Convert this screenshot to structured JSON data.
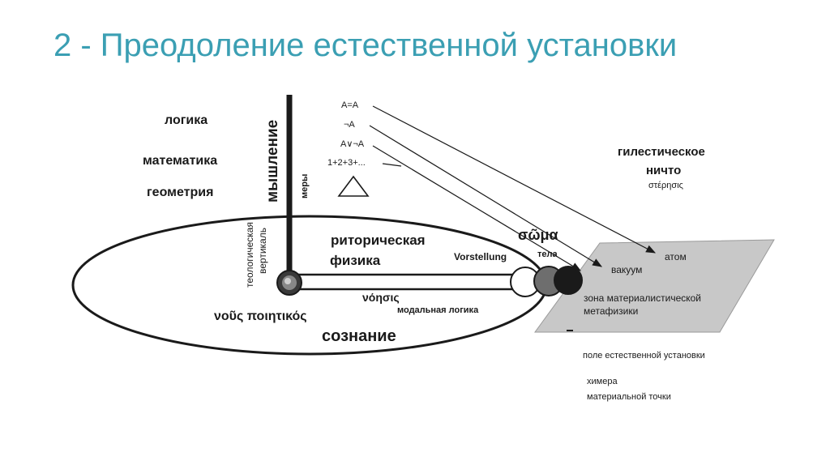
{
  "slide": {
    "title": "2 - Преодоление естественной установки"
  },
  "diagram": {
    "left_disciplines": [
      "логика",
      "математика",
      "геометрия"
    ],
    "vertical_axis": "мышление",
    "measures": "меры",
    "theological_vertical": [
      "теологическая",
      "вертикаль"
    ],
    "formulas": [
      "A=A",
      "¬A",
      "A∨¬A",
      "1+2+3+..."
    ],
    "hyletic_nothing": [
      "гилестическое",
      "ничто"
    ],
    "steresis": "στέρησις",
    "rhetorical_physics": [
      "риторическая",
      "физика"
    ],
    "soma": "σῶμα",
    "bodies": "тела",
    "vorstellung": "Vorstellung",
    "noesis": "νόησις",
    "modal_logic": "модальная логика",
    "nous_poietikos": "νοῦς ποιητικός",
    "consciousness": "сознание",
    "atom": "атом",
    "vacuum": "вакуум",
    "materialist_zone": [
      "зона материалистической",
      "метафизики"
    ],
    "natural_attitude_field": "поле естественной установки",
    "chimera": [
      "химера",
      "материальной точки"
    ]
  },
  "colors": {
    "title": "#3b9fb3",
    "ink": "#1a1a1a",
    "plane_fill": "#c8c8c8"
  }
}
